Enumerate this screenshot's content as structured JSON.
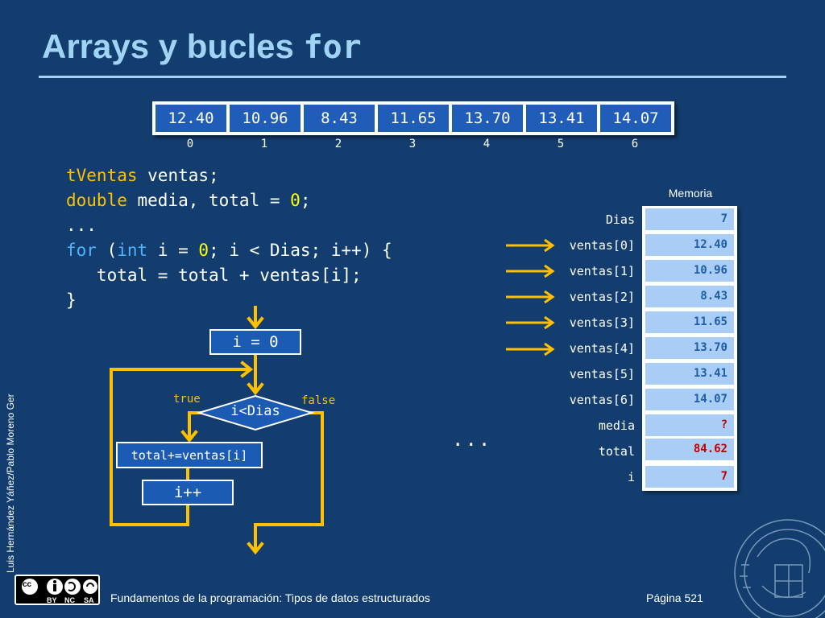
{
  "slide": {
    "title_text": "Arrays y bucles ",
    "title_keyword": "for",
    "array_values": [
      "12.40",
      "10.96",
      "8.43",
      "11.65",
      "13.70",
      "13.41",
      "14.07"
    ],
    "array_indices": [
      "0",
      "1",
      "2",
      "3",
      "4",
      "5",
      "6"
    ],
    "code": {
      "line1_type": "tVentas",
      "line1_rest": " ventas;",
      "line2_type": "double",
      "line2_mid": " media, total = ",
      "line2_num": "0",
      "line2_end": ";",
      "line3": "...",
      "line4_for": "for",
      "line4_a": " (",
      "line4_int": "int",
      "line4_b": " i = ",
      "line4_num": "0",
      "line4_c": "; i < Dias; i++) {",
      "line5": "   total = total + ventas[i];",
      "line6": "}"
    },
    "flow": {
      "init": "i = 0",
      "cond": "i<Dias",
      "body": "total+=ventas[i]",
      "incr": "i++",
      "true_label": "true",
      "false_label": "false"
    },
    "ellipsis": "...",
    "memory": {
      "title": "Memoria",
      "rows": [
        {
          "label": "Dias",
          "value": "7"
        },
        {
          "label": "ventas[0]",
          "value": "12.40"
        },
        {
          "label": "ventas[1]",
          "value": "10.96"
        },
        {
          "label": "ventas[2]",
          "value": "8.43"
        },
        {
          "label": "ventas[3]",
          "value": "11.65"
        },
        {
          "label": "ventas[4]",
          "value": "13.70"
        },
        {
          "label": "ventas[5]",
          "value": "13.41"
        },
        {
          "label": "ventas[6]",
          "value": "14.07"
        },
        {
          "label": "media",
          "value": "?"
        },
        {
          "label": "total",
          "value": "84.62"
        },
        {
          "label": "i",
          "value": "7"
        }
      ]
    },
    "colors": {
      "background": "#123d6e",
      "title": "#9fd4f4",
      "keyword_orange": "#ffc000",
      "keyword_blue": "#4fb3ff",
      "number_yellow": "#ffff00",
      "arrow": "#ffc000",
      "memory_cell": "#a9cdf4",
      "memory_red": "#c00000"
    }
  },
  "footer": {
    "course": "Fundamentos de la programación: Tipos de datos estructurados",
    "page": "Página 521",
    "authors": "Luis Hernández Yáñez/Pablo Moreno Ger",
    "license_by": "BY",
    "license_nc": "NC",
    "license_sa": "SA",
    "license_logo": "cc"
  }
}
